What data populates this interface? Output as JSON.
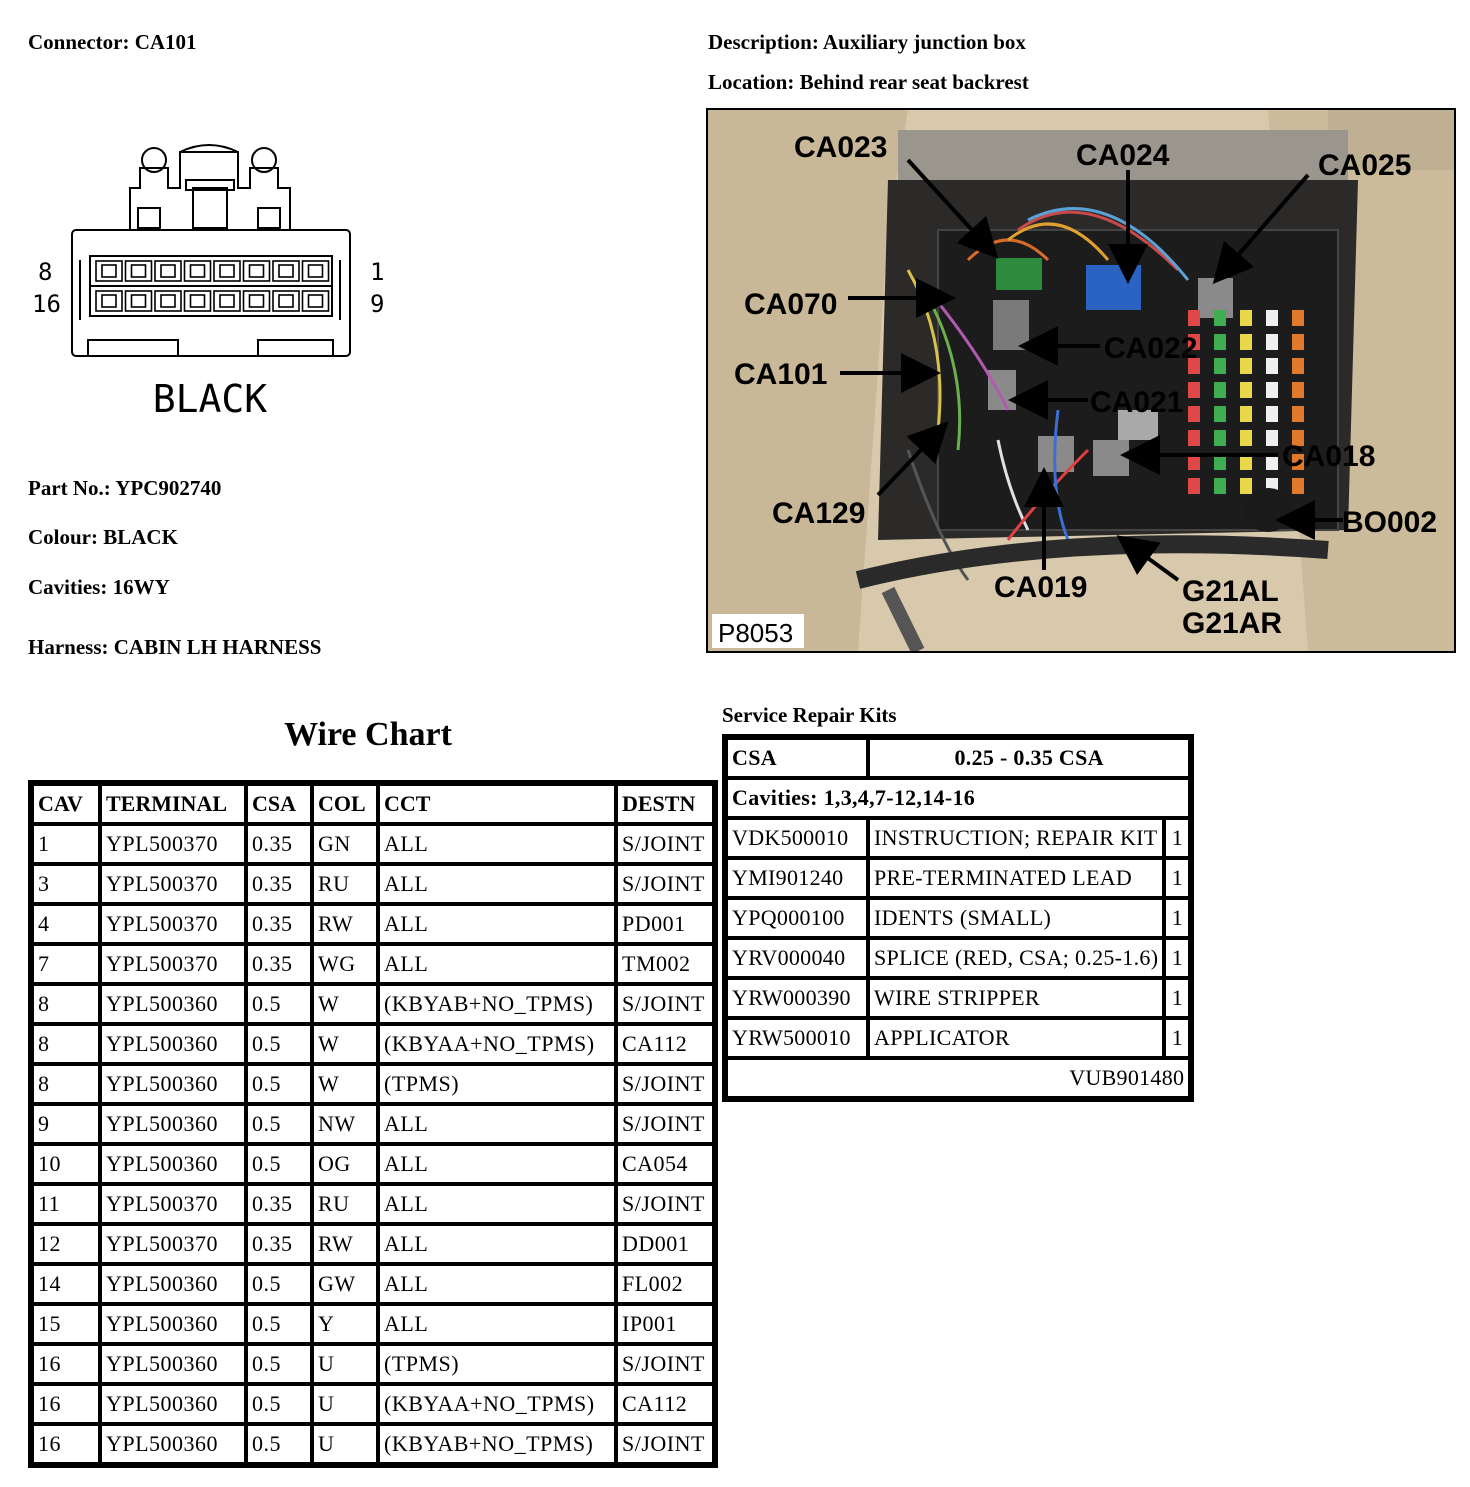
{
  "connector": "Connector: CA101",
  "description": "Description: Auxiliary junction box",
  "location": "Location: Behind rear seat backrest",
  "diagram": {
    "pin_left_top": "8",
    "pin_left_bottom": "16",
    "pin_right_top": "1",
    "pin_right_bottom": "9",
    "colour_label": "BLACK"
  },
  "part_no": "Part No.: YPC902740",
  "colour": "Colour: BLACK",
  "cavities": "Cavities: 16WY",
  "harness": "Harness: CABIN LH HARNESS",
  "photo": {
    "callouts": [
      "CA023",
      "CA024",
      "CA025",
      "CA070",
      "CA022",
      "CA101",
      "CA021",
      "CA018",
      "CA129",
      "BO002",
      "CA019",
      "G21AL",
      "G21AR"
    ],
    "ref": "P8053"
  },
  "wire_chart": {
    "title": "Wire Chart",
    "headers": [
      "CAV",
      "TERMINAL",
      "CSA",
      "COL",
      "CCT",
      "DESTN"
    ],
    "rows": [
      [
        "1",
        "YPL500370",
        "0.35",
        "GN",
        "ALL",
        "S/JOINT"
      ],
      [
        "3",
        "YPL500370",
        "0.35",
        "RU",
        "ALL",
        "S/JOINT"
      ],
      [
        "4",
        "YPL500370",
        "0.35",
        "RW",
        "ALL",
        "PD001"
      ],
      [
        "7",
        "YPL500370",
        "0.35",
        "WG",
        "ALL",
        "TM002"
      ],
      [
        "8",
        "YPL500360",
        "0.5",
        "W",
        "(KBYAB+NO_TPMS)",
        "S/JOINT"
      ],
      [
        "8",
        "YPL500360",
        "0.5",
        "W",
        "(KBYAA+NO_TPMS)",
        "CA112"
      ],
      [
        "8",
        "YPL500360",
        "0.5",
        "W",
        "(TPMS)",
        "S/JOINT"
      ],
      [
        "9",
        "YPL500360",
        "0.5",
        "NW",
        "ALL",
        "S/JOINT"
      ],
      [
        "10",
        "YPL500360",
        "0.5",
        "OG",
        "ALL",
        "CA054"
      ],
      [
        "11",
        "YPL500370",
        "0.35",
        "RU",
        "ALL",
        "S/JOINT"
      ],
      [
        "12",
        "YPL500370",
        "0.35",
        "RW",
        "ALL",
        "DD001"
      ],
      [
        "14",
        "YPL500360",
        "0.5",
        "GW",
        "ALL",
        "FL002"
      ],
      [
        "15",
        "YPL500360",
        "0.5",
        "Y",
        "ALL",
        "IP001"
      ],
      [
        "16",
        "YPL500360",
        "0.5",
        "U",
        "(TPMS)",
        "S/JOINT"
      ],
      [
        "16",
        "YPL500360",
        "0.5",
        "U",
        "(KBYAA+NO_TPMS)",
        "CA112"
      ],
      [
        "16",
        "YPL500360",
        "0.5",
        "U",
        "(KBYAB+NO_TPMS)",
        "S/JOINT"
      ]
    ]
  },
  "repair_kits": {
    "title": "Service Repair Kits",
    "csa_label": "CSA",
    "csa_value": "0.25 - 0.35 CSA",
    "cavities": "Cavities: 1,3,4,7-12,14-16",
    "items": [
      [
        "VDK500010",
        "INSTRUCTION; REPAIR KIT",
        "1"
      ],
      [
        "YMI901240",
        "PRE-TERMINATED LEAD",
        "1"
      ],
      [
        "YPQ000100",
        "IDENTS (SMALL)",
        "1"
      ],
      [
        "YRV000040",
        "SPLICE (RED, CSA; 0.25-1.6)",
        "1"
      ],
      [
        "YRW000390",
        "WIRE STRIPPER",
        "1"
      ],
      [
        "YRW500010",
        "APPLICATOR",
        "1"
      ]
    ],
    "kit_no": "VUB901480"
  }
}
